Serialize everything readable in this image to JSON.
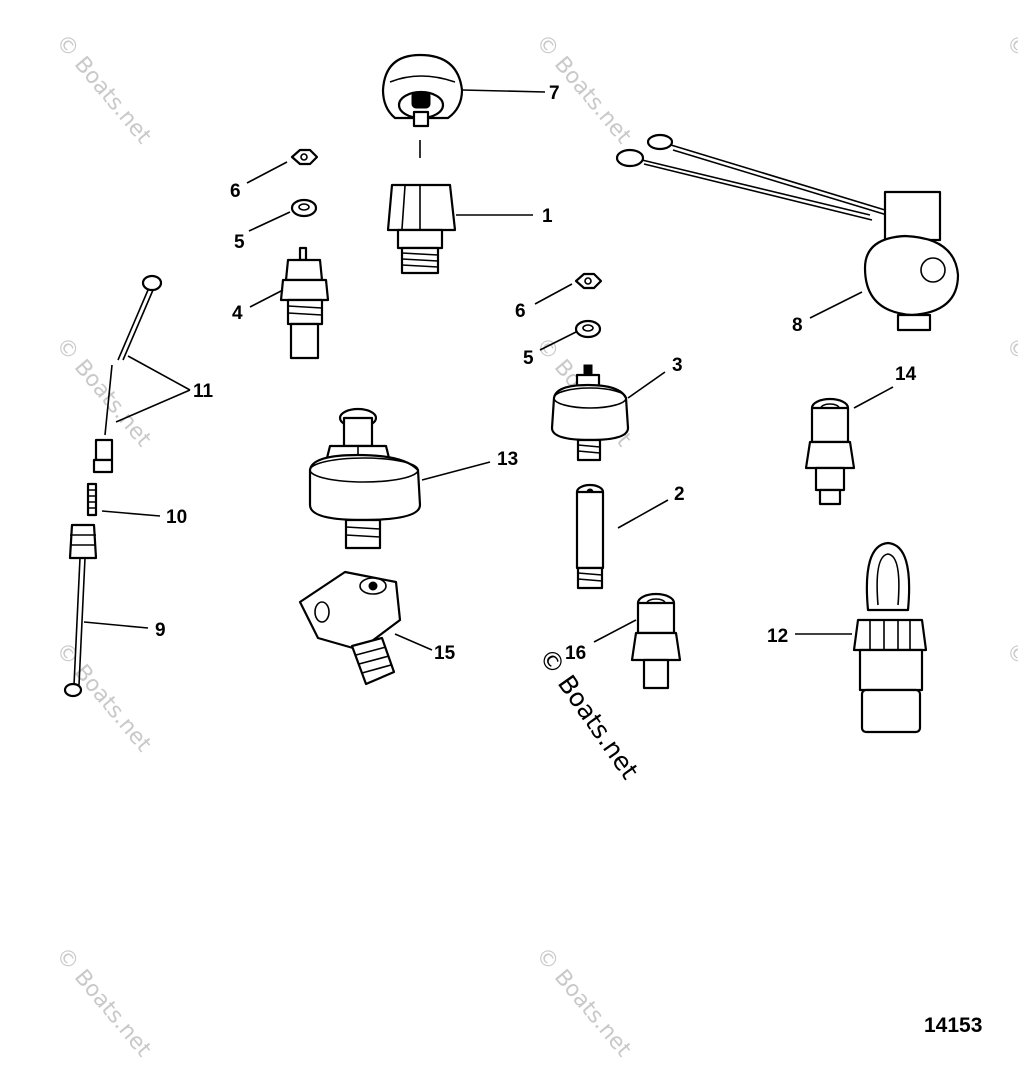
{
  "watermark": {
    "text": "© Boats.net",
    "color": "#c9c9c9"
  },
  "callouts": [
    {
      "id": "callout-7",
      "text": "7"
    },
    {
      "id": "callout-6a",
      "text": "6"
    },
    {
      "id": "callout-1",
      "text": "1"
    },
    {
      "id": "callout-5a",
      "text": "5"
    },
    {
      "id": "callout-4",
      "text": "4"
    },
    {
      "id": "callout-6b",
      "text": "6"
    },
    {
      "id": "callout-8",
      "text": "8"
    },
    {
      "id": "callout-5b",
      "text": "5"
    },
    {
      "id": "callout-11",
      "text": "11"
    },
    {
      "id": "callout-3",
      "text": "3"
    },
    {
      "id": "callout-14",
      "text": "14"
    },
    {
      "id": "callout-13",
      "text": "13"
    },
    {
      "id": "callout-2",
      "text": "2"
    },
    {
      "id": "callout-10",
      "text": "10"
    },
    {
      "id": "callout-9",
      "text": "9"
    },
    {
      "id": "callout-12",
      "text": "12"
    },
    {
      "id": "callout-15",
      "text": "15"
    },
    {
      "id": "callout-16",
      "text": "16"
    }
  ],
  "drawing_number": "14153"
}
